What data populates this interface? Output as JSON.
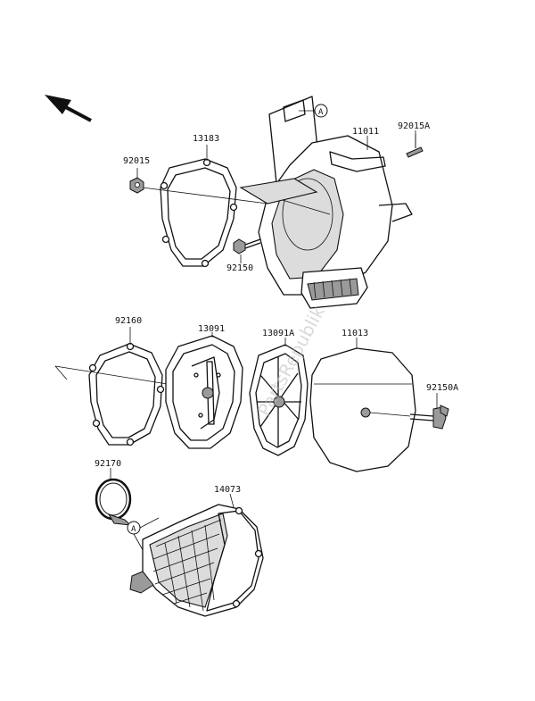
{
  "parts": {
    "p11011": "11011",
    "p92015a": "92015A",
    "p13183": "13183",
    "p92015": "92015",
    "p92150": "92150",
    "p92160": "92160",
    "p13091": "13091",
    "p13091a": "13091A",
    "p11013": "11013",
    "p92150a": "92150A",
    "p92170": "92170",
    "p14073": "14073"
  },
  "refs": {
    "ref_a_top": "A",
    "ref_a_bottom": "A"
  },
  "watermark": "PartsRepublik",
  "icons": {
    "direction": "arrow-up-left-icon"
  }
}
